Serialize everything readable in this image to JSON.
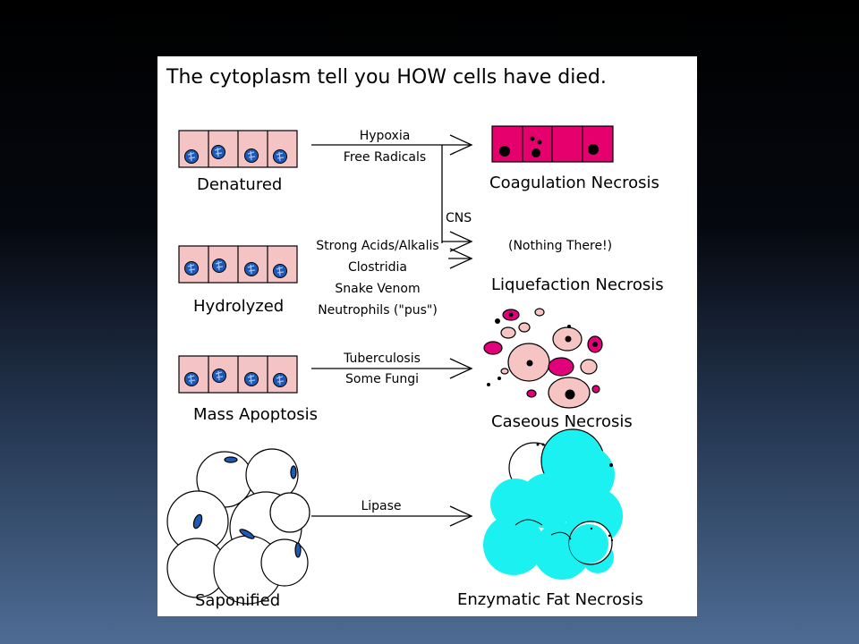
{
  "title": "The cytoplasm tell you HOW cells have died.",
  "rows": [
    {
      "id": "denatured",
      "left_label": "Denatured",
      "agents": [
        "Hypoxia",
        "Free Radicals"
      ],
      "result_label": "Coagulation Necrosis"
    },
    {
      "id": "hydrolyzed",
      "left_label": "Hydrolyzed",
      "agents": [
        "Strong Acids/Alkalis",
        "Clostridia",
        "Snake Venom",
        "Neutrophils (\"pus\")"
      ],
      "branch_label": "CNS",
      "result_note": "(Nothing There!)",
      "result_label": "Liquefaction Necrosis"
    },
    {
      "id": "apoptosis",
      "left_label": "Mass Apoptosis",
      "agents": [
        "Tuberculosis",
        "Some Fungi"
      ],
      "result_label": "Caseous Necrosis"
    },
    {
      "id": "saponified",
      "left_label": "Saponified",
      "agents": [
        "Lipase"
      ],
      "result_label": "Enzymatic Fat Necrosis"
    }
  ],
  "colors": {
    "normal_cell_fill": "#f4c4c4",
    "nucleus": "#1e5ab4",
    "coagulation_fill": "#e5006e",
    "caseous_light": "#f7c4c4",
    "caseous_dark": "#e2007a",
    "fat_blue": "#1cf1f1"
  }
}
